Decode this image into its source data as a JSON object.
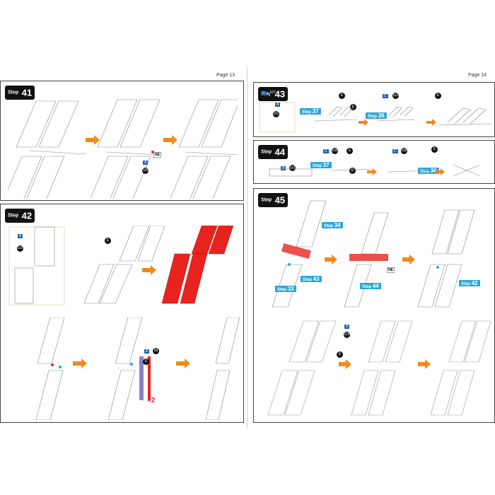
{
  "pages": [
    {
      "number_label": "Page 13"
    },
    {
      "number_label": "Page 14"
    }
  ],
  "steps": {
    "s41": {
      "word": "Step",
      "num": "41",
      "labels": {
        "part_letter": "A",
        "part_num": "109",
        "ne": "NE"
      }
    },
    "s42": {
      "word": "Step",
      "num": "42",
      "labels": {
        "part_letter": "A",
        "part_num": "110",
        "e": "E",
        "part_letter2": "A",
        "part_num2": "99",
        "e2": "E",
        "times": "×2"
      }
    },
    "s43": {
      "word": "Step",
      "num": "43",
      "labels": {
        "c1": "C",
        "p1": "107",
        "e1": "E",
        "c2": "C",
        "p2": "110",
        "e2": "E",
        "a": "A",
        "p3": "111",
        "e3": "E"
      },
      "refs": [
        {
          "word": "Step",
          "num": "37"
        },
        {
          "word": "Step",
          "num": "36"
        }
      ]
    },
    "s44": {
      "word": "Step",
      "num": "44",
      "labels": {
        "c1": "C",
        "p1": "109",
        "e1": "E",
        "c2": "C",
        "p2": "108",
        "e2": "E",
        "a": "A",
        "p3": "112",
        "e3": "E"
      },
      "refs": [
        {
          "word": "Step",
          "num": "37"
        },
        {
          "word": "Step",
          "num": "36"
        }
      ]
    },
    "s45": {
      "word": "Step",
      "num": "45",
      "labels": {
        "ne": "NE",
        "a": "A",
        "p1": "114",
        "e": "E"
      },
      "refs": [
        {
          "word": "Step",
          "num": "34"
        },
        {
          "word": "Step",
          "num": "43"
        },
        {
          "word": "Step",
          "num": "33"
        },
        {
          "word": "Step",
          "num": "44"
        },
        {
          "word": "Step",
          "num": "42"
        }
      ]
    }
  },
  "colors": {
    "arrow": "#f08a1c",
    "ref_tag": "#2aa7d8",
    "highlight_red": "#e8231f",
    "panel_border": "#444444",
    "part_box": "#1e63b6"
  }
}
